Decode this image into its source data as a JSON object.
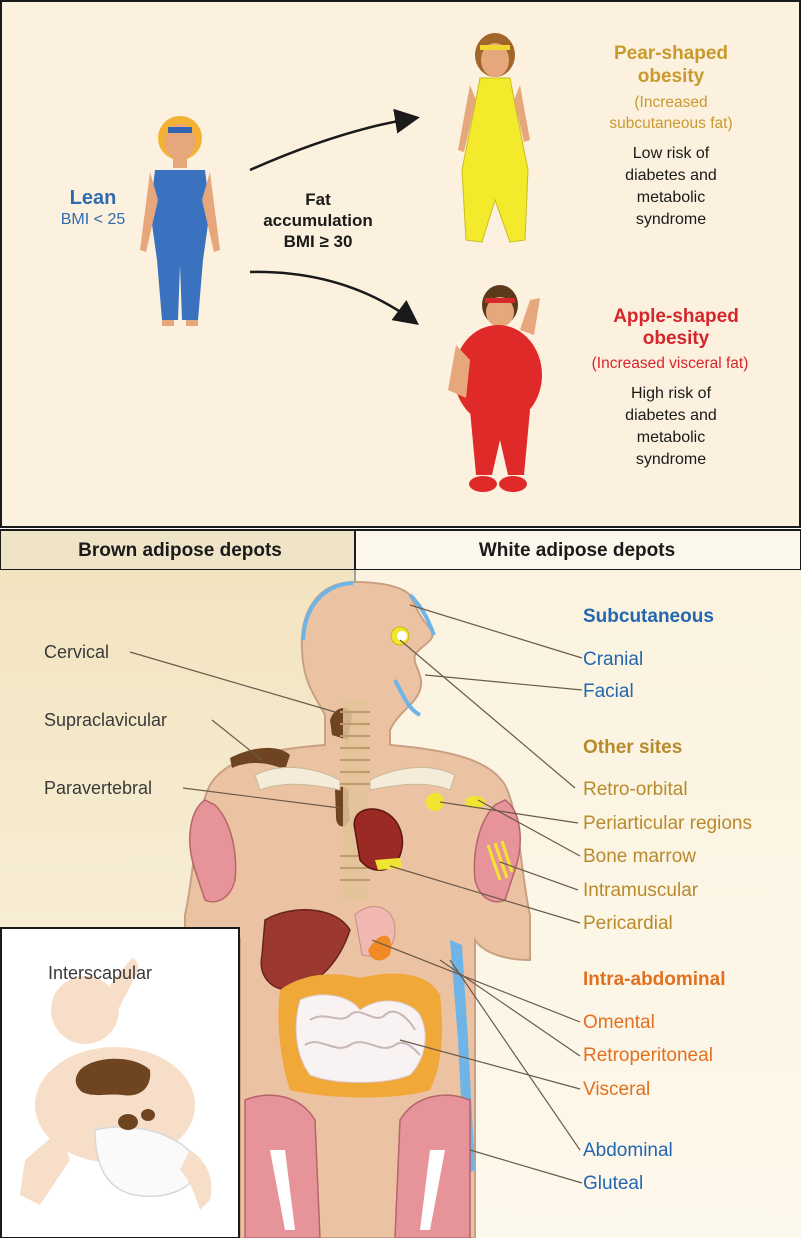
{
  "colors": {
    "top_bg": "#fbf1de",
    "lean_blue": "#2f6bb0",
    "pear_gold": "#c99a2e",
    "apple_red": "#d6262c",
    "subcutaneous_blue": "#2467b0",
    "other_sites_gold": "#b98a2c",
    "intra_abdominal_orange": "#e2701f",
    "brown_fat": "#6e4520",
    "white_fat_yellow": "#f2e531"
  },
  "top": {
    "lean_title": "Lean",
    "lean_bmi": "BMI < 25",
    "arrow_label_1": "Fat",
    "arrow_label_2": "accumulation",
    "arrow_label_3": "BMI ≥ 30",
    "pear_title_1": "Pear-shaped",
    "pear_title_2": "obesity",
    "pear_sub_1": "(Increased",
    "pear_sub_2": "subcutaneous fat)",
    "pear_risk_1": "Low risk of",
    "pear_risk_2": "diabetes and",
    "pear_risk_3": "metabolic",
    "pear_risk_4": "syndrome",
    "apple_title_1": "Apple-shaped",
    "apple_title_2": "obesity",
    "apple_sub": "(Increased visceral fat)",
    "apple_risk_1": "High risk of",
    "apple_risk_2": "diabetes and",
    "apple_risk_3": "metabolic",
    "apple_risk_4": "syndrome"
  },
  "bottom": {
    "brown_header": "Brown adipose depots",
    "white_header": "White adipose depots",
    "brown_labels": {
      "cervical": "Cervical",
      "supraclavicular": "Supraclavicular",
      "paravertebral": "Paravertebral",
      "interscapular": "Interscapular"
    },
    "subcutaneous": {
      "title": "Subcutaneous",
      "cranial": "Cranial",
      "facial": "Facial",
      "abdominal": "Abdominal",
      "gluteal": "Gluteal"
    },
    "other_sites": {
      "title": "Other sites",
      "retro_orbital": "Retro-orbital",
      "periarticular": "Periarticular regions",
      "bone_marrow": "Bone marrow",
      "intramuscular": "Intramuscular",
      "pericardial": "Pericardial"
    },
    "intra_abdominal": {
      "title": "Intra-abdominal",
      "omental": "Omental",
      "retroperitoneal": "Retroperitoneal",
      "visceral": "Visceral"
    }
  }
}
